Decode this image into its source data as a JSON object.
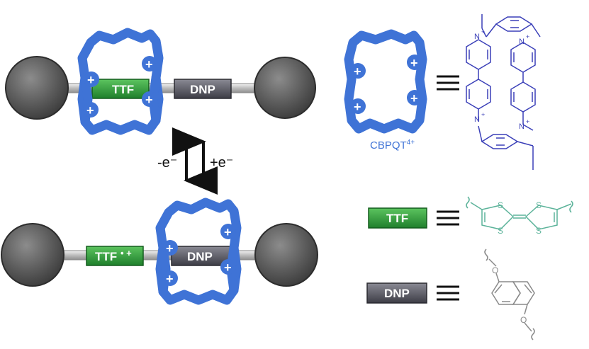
{
  "rotaxane_top": {
    "ttf_label": "TTF",
    "dnp_label": "DNP"
  },
  "rotaxane_bottom": {
    "ttf_label": "TTF",
    "ttf_radical_label": "• +",
    "dnp_label": "DNP"
  },
  "redox": {
    "oxidation_label": "-e⁻",
    "reduction_label": "+e⁻"
  },
  "legend": {
    "cbpqt_label": "CBPQT",
    "cbpqt_charge": "4+",
    "ttf_label": "TTF",
    "dnp_label": "DNP",
    "pyridinium_charge": "+",
    "n_label": "N",
    "s_label": "S",
    "o_label": "O"
  },
  "charge_symbol": "+",
  "colors": {
    "ring": "#3f73d6",
    "ttf": "#2e9c3c",
    "dnp": "#5e5e68",
    "cbpqt_text": "#3f73d6",
    "cbpqt_structure": "#3a3fb8",
    "ttf_structure": "#5cb39a",
    "dnp_structure": "#8a8a8a",
    "stopper": "#555555"
  }
}
